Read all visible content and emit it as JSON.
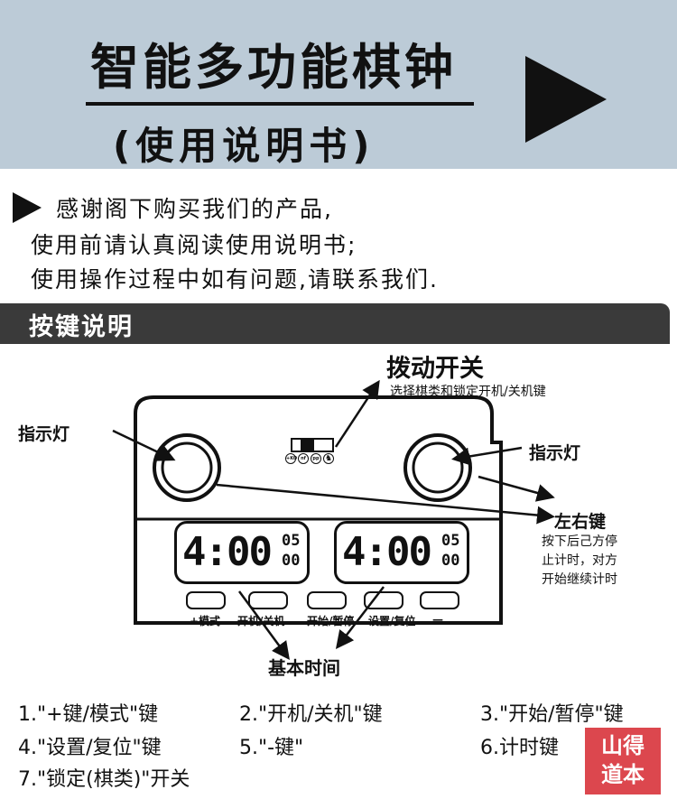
{
  "header": {
    "title": "智能多功能棋钟",
    "subtitle": "(使用说明书)"
  },
  "intro": {
    "lines": [
      "感谢阁下购买我们的产品,",
      "使用前请认真阅读使用说明书;",
      "使用操作过程中如有问题,请联系我们."
    ]
  },
  "section": {
    "title": "按键说明"
  },
  "diagram": {
    "switch_title": "拨动开关",
    "switch_desc": "选择棋类和锁定开机/关机键",
    "indicator_left": "指示灯",
    "indicator_right": "指示灯",
    "lr_key_title": "左右键",
    "lr_key_desc": [
      "按下后己方停",
      "止计时，对方",
      "开始继续计时"
    ],
    "switch_icons": [
      "+KO",
      "nf",
      "pp",
      "knight"
    ],
    "clock_left": {
      "main": "4:00",
      "top": "05",
      "bottom": "00"
    },
    "clock_right": {
      "main": "4:00",
      "top": "05",
      "bottom": "00"
    },
    "buttons": [
      "+模式",
      "开机/关机",
      "开始/暂停",
      "设置/复位",
      "—"
    ],
    "base_time": "基本时间"
  },
  "legend": [
    "1.\"+键/模式\"键",
    "2.\"开机/关机\"键",
    "3.\"开始/暂停\"键",
    "4.\"设置/复位\"键",
    "5.\"-键\"",
    "6.计时键",
    "7.\"锁定(棋类)\"开关"
  ],
  "seal": {
    "text": "山得道本"
  },
  "colors": {
    "header_bg": "#bccbd7",
    "bar_bg": "#3a3a3a",
    "seal": "#d9343b"
  }
}
